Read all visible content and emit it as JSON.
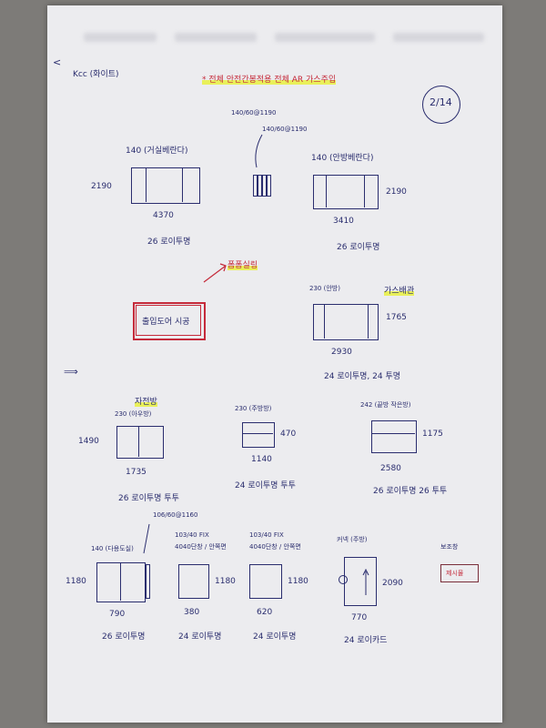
{
  "header": {
    "left_text": "Kcc (화이트)",
    "title": "* 전체 안전간봉적용  전체 AR 가스주입",
    "page_number": "2/14"
  },
  "notes": {
    "mullion_a": "140/60@1190",
    "mullion_b": "140/60@1190"
  },
  "windows": {
    "w1": {
      "title": "140 (거실베란다)",
      "height": "2190",
      "width": "4370",
      "spec": "26 로이투명"
    },
    "w3": {
      "title": "140 (안방베란다)",
      "height": "2190",
      "width": "3410",
      "spec": "26 로이투명"
    },
    "w4": {
      "title": "230 (안방)",
      "label": "가스배관",
      "height": "1765",
      "width": "2930",
      "spec": "24 로이투명, 24 투명"
    },
    "w5": {
      "title": "230 (아우방)",
      "label": "자전방",
      "height": "1490",
      "width": "1735",
      "spec": "26 로이투명 투투"
    },
    "w6": {
      "title": "230 (주방방)",
      "height": "470",
      "width": "1140",
      "spec": "24 로이투명 투투"
    },
    "w7": {
      "title": "242 (끝방 작은방)",
      "height": "1175",
      "width": "2580",
      "spec": "26 로이투명  26 투투"
    },
    "w8": {
      "title": "140 (다용도실)",
      "height": "1180",
      "width": "790",
      "spec": "26 로이투명"
    },
    "w9": {
      "title": "103/40 FIX",
      "subtitle": "4040단창 / 안쪽면",
      "height": "1180",
      "width": "380",
      "spec": "24 로이투명"
    },
    "w10": {
      "title": "103/40 FIX",
      "subtitle": "4040단창 / 안쪽면",
      "height": "1180",
      "width": "620",
      "spec": "24 로이투명"
    },
    "w11": {
      "title": "커넥 (주방)",
      "height": "2090",
      "width": "770",
      "spec": "24 로이카드"
    },
    "w12": {
      "title": "보조창",
      "button": "제시물"
    }
  },
  "annotations": {
    "red_box": "출입도어 시공",
    "red_note": "폼폼실링",
    "arrow": "⟹",
    "mullion_c": "106/60@1160"
  }
}
